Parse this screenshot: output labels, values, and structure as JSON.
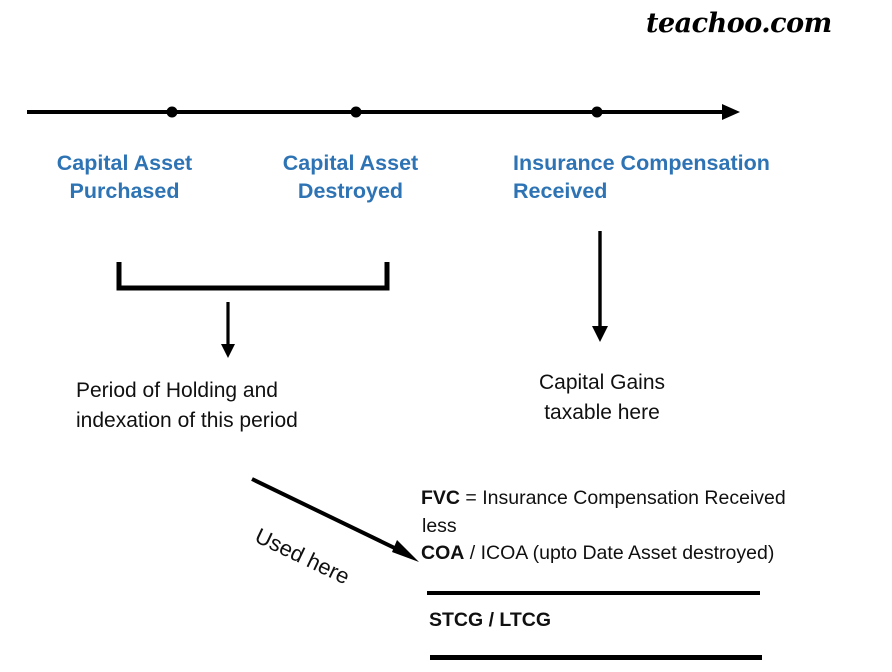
{
  "watermark": {
    "text": "teachoo.com"
  },
  "colors": {
    "accent_blue": "#2E74B5",
    "text_black": "#101010",
    "background": "#FFFFFF"
  },
  "timeline": {
    "events": [
      {
        "id": "capital-asset-purchased",
        "label": "Capital Asset\nPurchased",
        "align": "center"
      },
      {
        "id": "capital-asset-destroyed",
        "label": "Capital Asset\nDestroyed",
        "align": "center"
      },
      {
        "id": "insurance-compensation-received",
        "label": "Insurance Compensation\nReceived",
        "align": "left"
      }
    ]
  },
  "annotations": {
    "holding_period": "Period of Holding and\nindexation of this period",
    "capital_gains": "Capital Gains\ntaxable here",
    "used_here": "Used here"
  },
  "formula": {
    "fvc_label": "FVC",
    "fvc_equals": " = Insurance Compensation Received",
    "less": "less",
    "coa_label": "COA",
    "coa_rest": " / ICOA (upto Date Asset destroyed)",
    "result": "STCG / LTCG"
  }
}
